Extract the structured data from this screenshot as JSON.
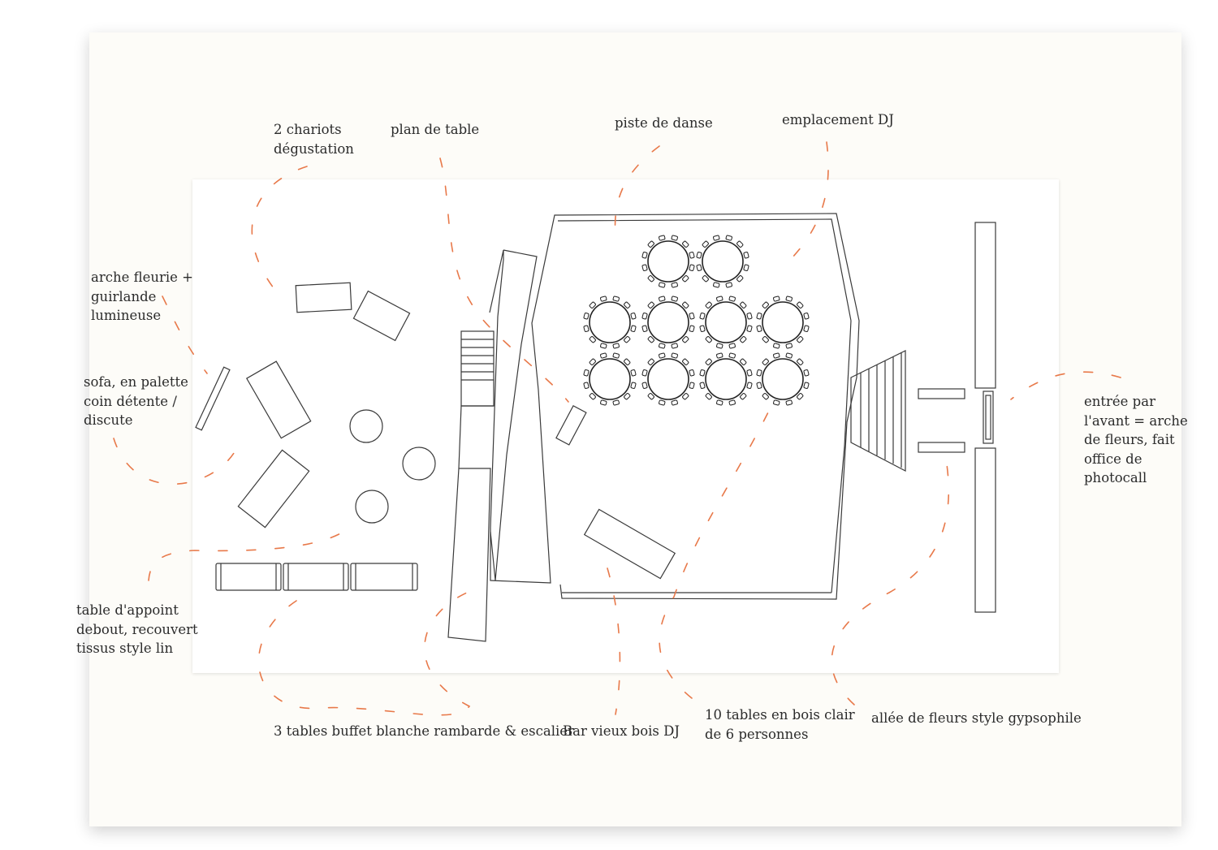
{
  "colors": {
    "annotation": "#e8794a",
    "lines": "#3a3a3a",
    "text": "#2b2b2b"
  },
  "labels": {
    "chariots": [
      "2 chariots",
      "dégustation"
    ],
    "plan_table": [
      "plan de table"
    ],
    "piste": [
      "piste de danse"
    ],
    "dj": [
      "emplacement DJ"
    ],
    "arche": [
      "arche fleurie +",
      "guirlande",
      "lumineuse"
    ],
    "sofa": [
      "sofa, en palette",
      "coin détente /",
      "discute"
    ],
    "table_appoint": [
      "table d'appoint",
      "debout, recouvert",
      "tissus style lin"
    ],
    "buffet": [
      "3 tables buffet blanche rambarde & escalier"
    ],
    "bar": [
      "Bar vieux bois DJ"
    ],
    "tables_bois": [
      "10 tables en bois clair",
      "de 6 personnes"
    ],
    "allee": [
      "allée de fleurs style gypsophile"
    ],
    "entree": [
      "entrée par",
      "l'avant = arche",
      "de fleurs, fait",
      "office de",
      "photocall"
    ]
  }
}
